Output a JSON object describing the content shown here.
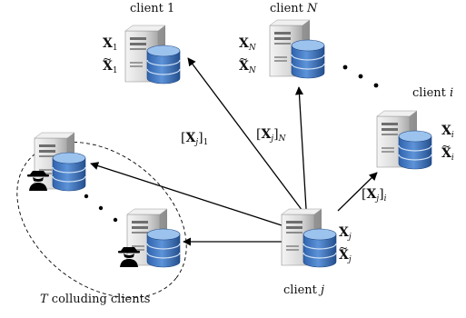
{
  "clients": {
    "c1": {
      "name": "client 1",
      "var": "X",
      "sub": "1"
    },
    "cN": {
      "name": "client N",
      "var": "X",
      "sub": "N"
    },
    "ci": {
      "name": "client i",
      "var": "X",
      "sub": "i"
    },
    "cj": {
      "name": "client j",
      "var": "X",
      "sub": "j"
    }
  },
  "colluding": {
    "label_prefix": "T",
    "label_rest": " colluding clients"
  },
  "edges": {
    "to_c1": {
      "open": "[",
      "var": "X",
      "sub_inner": "j",
      "close": "]",
      "sub_outer": "1"
    },
    "to_cN": {
      "open": "[",
      "var": "X",
      "sub_inner": "j",
      "close": "]",
      "sub_outer": "N"
    },
    "to_ci": {
      "open": "[",
      "var": "X",
      "sub_inner": "j",
      "close": "]",
      "sub_outer": "i"
    }
  },
  "ellipsis": "· · ·",
  "colors": {
    "server_light": "#e9e9e9",
    "server_dark": "#9a9a9a",
    "db_top": "#8fb9e8",
    "db_body": "#3f76bf",
    "db_dark": "#23508f",
    "arrow": "#000000"
  }
}
